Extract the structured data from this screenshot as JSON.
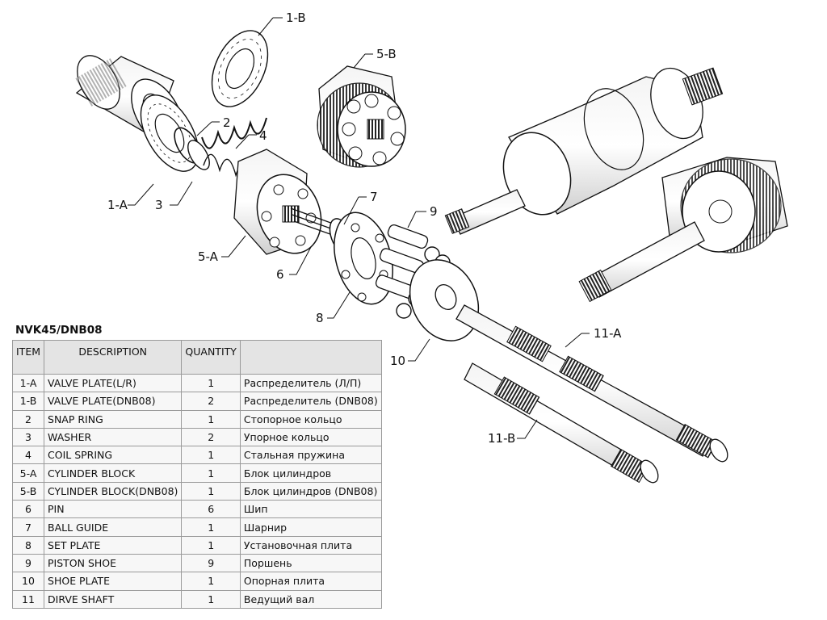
{
  "table": {
    "title": "NVK45/DNB08",
    "headers": {
      "item": "ITEM",
      "description": "DESCRIPTION",
      "quantity": "QUANTITY",
      "russian": ""
    },
    "rows": [
      {
        "item": "1-A",
        "description": "VALVE PLATE(L/R)",
        "quantity": "1",
        "russian": "Распределитель (Л/П)"
      },
      {
        "item": "1-B",
        "description": "VALVE PLATE(DNB08)",
        "quantity": "2",
        "russian": "Распределитель (DNB08)"
      },
      {
        "item": "2",
        "description": "SNAP RING",
        "quantity": "1",
        "russian": "Стопорное кольцо"
      },
      {
        "item": "3",
        "description": "WASHER",
        "quantity": "2",
        "russian": "Упорное кольцо"
      },
      {
        "item": "4",
        "description": "COIL SPRING",
        "quantity": "1",
        "russian": "Стальная пружина"
      },
      {
        "item": "5-A",
        "description": "CYLINDER BLOCK",
        "quantity": "1",
        "russian": "Блок цилиндров"
      },
      {
        "item": "5-B",
        "description": "CYLINDER BLOCK(DNB08)",
        "quantity": "1",
        "russian": "Блок цилиндров (DNB08)"
      },
      {
        "item": "6",
        "description": "PIN",
        "quantity": "6",
        "russian": "Шип"
      },
      {
        "item": "7",
        "description": "BALL GUIDE",
        "quantity": "1",
        "russian": "Шарнир"
      },
      {
        "item": "8",
        "description": "SET PLATE",
        "quantity": "1",
        "russian": "Установочная плита"
      },
      {
        "item": "9",
        "description": "PISTON SHOE",
        "quantity": "9",
        "russian": "Поршень"
      },
      {
        "item": "10",
        "description": "SHOE PLATE",
        "quantity": "1",
        "russian": "Опорная плита"
      },
      {
        "item": "11",
        "description": "DIRVE SHAFT",
        "quantity": "1",
        "russian": "Ведущий вал"
      }
    ]
  },
  "callouts": {
    "c1b": "1-B",
    "c5b": "5-B",
    "c2": "2",
    "c4": "4",
    "c1a": "1-A",
    "c3": "3",
    "c5a": "5-A",
    "c7": "7",
    "c9": "9",
    "c6": "6",
    "c8": "8",
    "c10": "10",
    "c11a": "11-A",
    "c11b": "11-B"
  }
}
